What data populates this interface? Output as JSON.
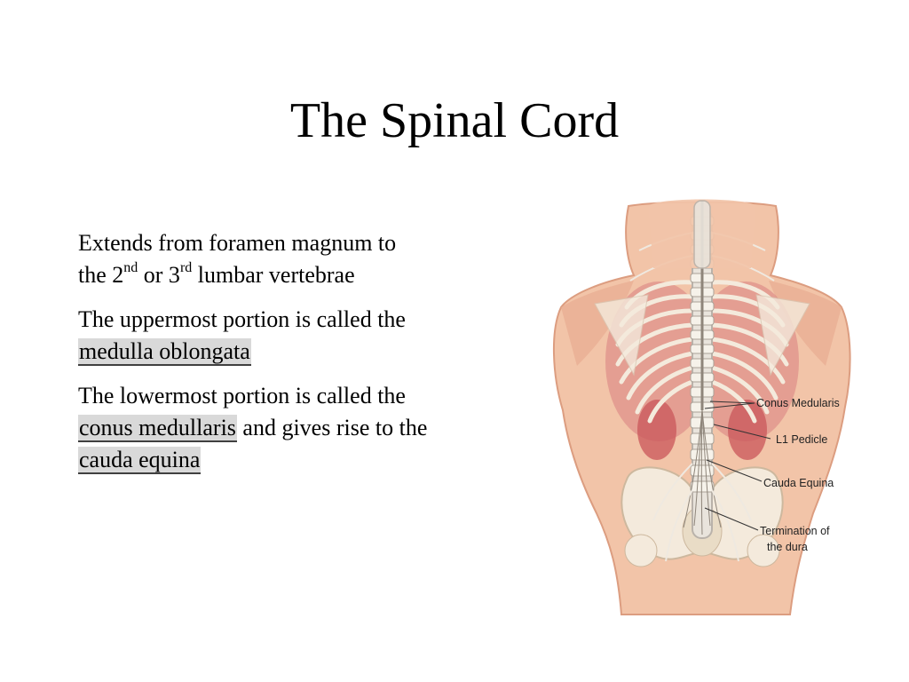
{
  "slide": {
    "title": "The Spinal Cord",
    "bullets": [
      {
        "lines": [
          [
            "Extends from foramen magnum to"
          ],
          [
            "the 2",
            "nd",
            " or 3",
            "rd",
            " lumbar vertebrae"
          ]
        ]
      },
      {
        "line1": "The uppermost portion is called the",
        "term": "medulla oblongata"
      },
      {
        "line1": "The lowermost portion is called the",
        "term1": "conus medullaris",
        "middle": " and gives rise to the",
        "term2": "cauda equina"
      }
    ]
  },
  "figure": {
    "labels": {
      "conus": "Conus Medularis",
      "pedicle": "L1 Pedicle",
      "cauda": "Cauda Equina",
      "termination_1": "Termination of",
      "termination_2": "the dura"
    },
    "colors": {
      "skin": "#f2c4a8",
      "skin_shadow": "#dc9d80",
      "muscle": "#c9565a",
      "bone": "#f4eadc",
      "nerve": "#e9e4dc",
      "cord": "#b9b2aa"
    }
  }
}
